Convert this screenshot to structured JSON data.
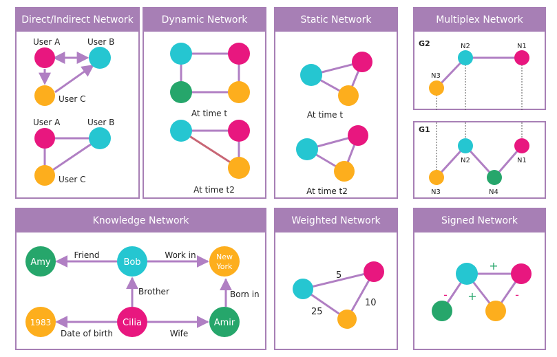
{
  "colors": {
    "magenta": "#e8177f",
    "cyan": "#25c6d1",
    "orange": "#fdae1d",
    "green": "#26a66b",
    "edge": "#b07fc3",
    "edge_red": "#c86675",
    "header": "#a77fb5"
  },
  "panels": {
    "direct": {
      "title": "Direct/Indirect Network",
      "user_a": "User A",
      "user_b": "User B",
      "user_c": "User C"
    },
    "dynamic": {
      "title": "Dynamic Network",
      "caption1": "At time t",
      "caption2": "At time t2"
    },
    "static": {
      "title": "Static Network",
      "caption1": "At time t",
      "caption2": "At time t2"
    },
    "multiplex": {
      "title": "Multiplex Network",
      "g2": "G2",
      "g1": "G1",
      "n1": "N1",
      "n2": "N2",
      "n3": "N3",
      "n4": "N4"
    },
    "knowledge": {
      "title": "Knowledge Network",
      "amy": "Amy",
      "bob": "Bob",
      "new_york": "New York",
      "new": "New",
      "york": "York",
      "y1983": "1983",
      "cilia": "Cilia",
      "amir": "Amir",
      "friend": "Friend",
      "work_in": "Work in",
      "brother": "Brother",
      "born_in": "Born in",
      "date_of_birth": "Date of birth",
      "wife": "Wife"
    },
    "weighted": {
      "title": "Weighted Network",
      "w1": "5",
      "w2": "25",
      "w3": "10"
    },
    "signed": {
      "title": "Signed Network",
      "plus": "+",
      "minus": "-"
    }
  }
}
